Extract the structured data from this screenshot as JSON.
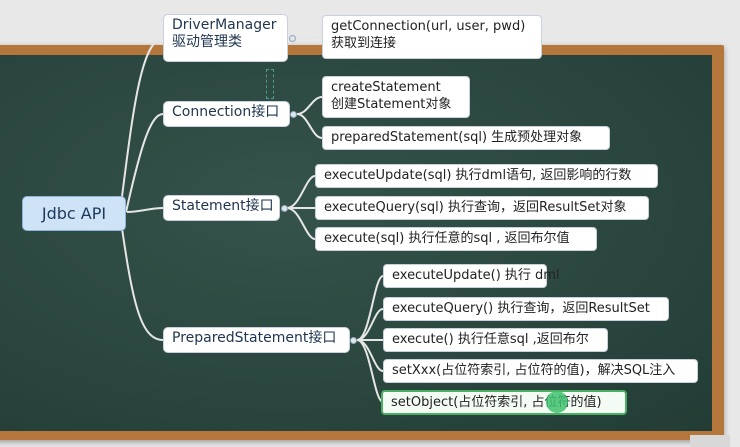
{
  "root": {
    "label": "Jdbc API"
  },
  "branches": [
    {
      "label": "DriverManager",
      "label2": "驱动管理类",
      "children": [
        {
          "label": "getConnection(url, user, pwd)",
          "label2": "获取到连接"
        }
      ]
    },
    {
      "label": "Connection接口",
      "children": [
        {
          "label": "createStatement",
          "label2": "创建Statement对象"
        },
        {
          "label": "preparedStatement(sql) 生成预处理对象"
        }
      ]
    },
    {
      "label": "Statement接口",
      "children": [
        {
          "label": "executeUpdate(sql) 执行dml语句, 返回影响的行数"
        },
        {
          "label": "executeQuery(sql) 执行查询，返回ResultSet对象"
        },
        {
          "label": "execute(sql) 执行任意的sql , 返回布尔值"
        }
      ]
    },
    {
      "label": "PreparedStatement接口",
      "children": [
        {
          "label": "executeUpdate() 执行 dml"
        },
        {
          "label": "executeQuery() 执行查询，返回ResultSet"
        },
        {
          "label": "execute() 执行任意sql ,返回布尔"
        },
        {
          "label": "setXxx(占位符索引, 占位符的值)，解决SQL注入"
        },
        {
          "label": "setObject(占位符索引, 占位符的值)"
        }
      ]
    }
  ],
  "colors": {
    "board": "#2a4a41",
    "frame": "#b4763b",
    "node": "#ffffff",
    "root": "#cfe3f6",
    "selected_border": "#4cae61",
    "connector": "#e6e6e6"
  }
}
